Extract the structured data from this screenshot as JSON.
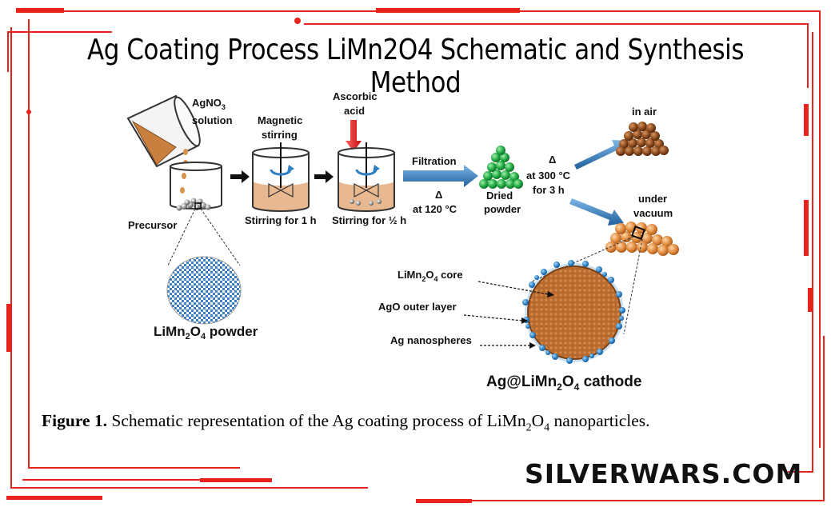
{
  "title": "Ag Coating Process LiMn2O4 Schematic and Synthesis Method",
  "labels": {
    "agno3": "AgNO",
    "agno3_sub": "3",
    "solution": "solution",
    "precursor": "Precursor",
    "powder_a": "LiMn",
    "powder_sub1": "2",
    "powder_b": "O",
    "powder_sub2": "4",
    "powder_c": " powder",
    "magnetic": "Magnetic",
    "stirring": "stirring",
    "stir1h": "Stirring for 1 h",
    "ascorbic": "Ascorbic",
    "acid": "acid",
    "stirhalf": "Stirring for ½ h",
    "filtration": "Filtration",
    "delta1": "Δ",
    "at120": "at 120 °C",
    "dried": "Dried",
    "powder": "powder",
    "delta2": "Δ",
    "at300": "at 300 °C",
    "for3h": "for 3 h",
    "inair": "in air",
    "under": "under",
    "vacuum": "vacuum",
    "core_a": "LiMn",
    "core_sub1": "2",
    "core_b": "O",
    "core_sub2": "4",
    "core_c": " core",
    "ago": "AgO outer layer",
    "agnano": "Ag nanospheres",
    "cath_a": "Ag@LiMn",
    "cath_sub1": "2",
    "cath_b": "O",
    "cath_sub2": "4",
    "cath_c": " cathode"
  },
  "caption": {
    "label": "Figure 1.",
    "text_a": " Schematic representation of the Ag coating process of LiMn",
    "sub1": "2",
    "text_b": "O",
    "sub2": "4",
    "text_c": " nanoparticles."
  },
  "watermark": "SILVERWARS.COM",
  "colors": {
    "frame": "#e8231c",
    "slurry": "#e8b890",
    "arrow_blue": "#2f7fc1",
    "green": "#22a843",
    "brown": "#8a4a1c",
    "orange": "#e0883c",
    "core": "#b8692e",
    "nanosphere": "#2e86c8"
  }
}
